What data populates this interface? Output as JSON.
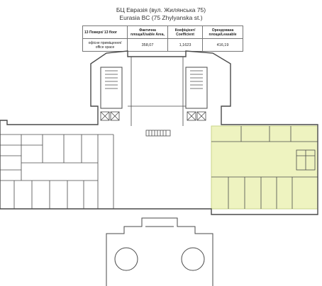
{
  "header": {
    "title_ua": "БЦ Евразія (вул. Жилянська 75)",
    "title_en": "Eurasia BC (75 Zhylyanska st.)"
  },
  "info_table": {
    "floor": "13 Поверх/ 13 floor",
    "col_usable": "Фактична площа/Usable Area,",
    "col_coef": "Коефіцієнт/ Coefficient",
    "col_leasable": "Орендована площа/Leasable",
    "row_label": "офісне приміщення/ office space",
    "usable_value": "358,07",
    "coef_value": "1,1623",
    "leasable_value": "416,19"
  },
  "colors": {
    "wall": "#4a4a4a",
    "highlight": "#eef3c0",
    "highlight_stroke": "#c9d48a"
  }
}
